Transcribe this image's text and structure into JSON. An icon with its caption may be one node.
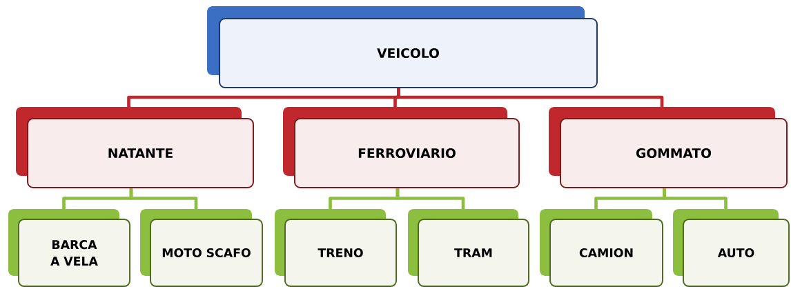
{
  "diagram": {
    "nodes": [
      {
        "text": [
          "VEICOLO"
        ]
      },
      {
        "text": [
          "NATANTE"
        ]
      },
      {
        "text": [
          "FERROVIARIO"
        ]
      },
      {
        "text": [
          "GOMMATO"
        ]
      },
      {
        "text": [
          "BARCA A VELA"
        ]
      },
      {
        "text": [
          "MOTO SCAFO"
        ]
      },
      {
        "text": [
          "TRENO"
        ]
      },
      {
        "text": [
          "TRAM"
        ]
      },
      {
        "text": [
          "CAMION"
        ]
      },
      {
        "text": [
          "AUTO"
        ]
      }
    ],
    "edges": [
      {
        "from": 0,
        "to": 1,
        "arrow": "none",
        "color": "#c0282d"
      },
      {
        "from": 0,
        "to": 2,
        "arrow": "none",
        "color": "#c0282d"
      },
      {
        "from": 0,
        "to": 3,
        "arrow": "none",
        "color": "#c0282d"
      },
      {
        "from": 1,
        "to": 4,
        "arrow": "none"
      },
      {
        "from": 1,
        "to": 5,
        "arrow": "none"
      },
      {
        "from": 2,
        "to": 6,
        "arrow": "none"
      },
      {
        "from": 2,
        "to": 7,
        "arrow": "none"
      },
      {
        "from": 3,
        "to": 8,
        "arrow": "none"
      },
      {
        "from": 3,
        "to": 9,
        "arrow": "none"
      }
    ]
  }
}
